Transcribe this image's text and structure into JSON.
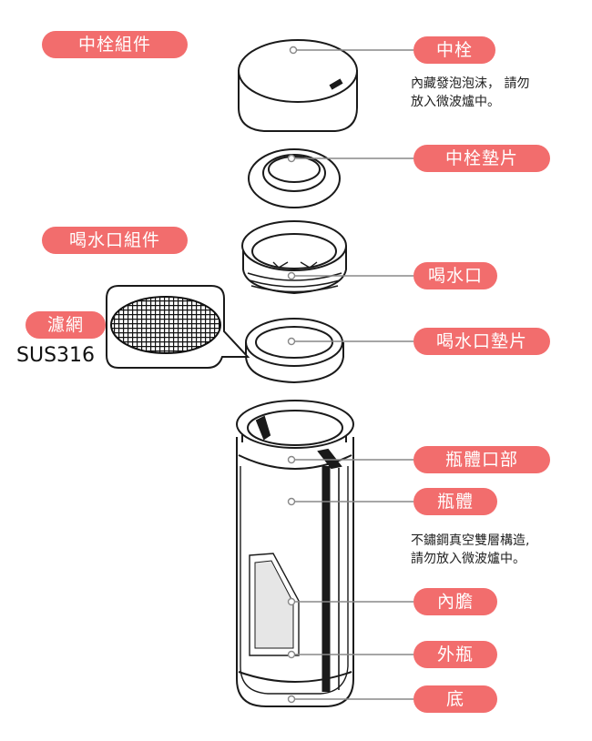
{
  "groups": {
    "stopper_assembly": "中栓組件",
    "drink_spout_assembly": "喝水口組件",
    "filter": "濾網",
    "filter_material": "SUS316"
  },
  "parts": {
    "stopper": "中栓",
    "stopper_gasket": "中栓墊片",
    "drink_spout": "喝水口",
    "drink_spout_gasket": "喝水口墊片",
    "bottle_mouth": "瓶體口部",
    "bottle_body": "瓶體",
    "inner_liner": "內膽",
    "outer_bottle": "外瓶",
    "base": "底"
  },
  "notes": {
    "stopper_line1": "內藏發泡泡沫，  請勿",
    "stopper_line2": "放入微波爐中。",
    "body_line1": "不鏽鋼真空雙層構造,",
    "body_line2": "請勿放入微波爐中。"
  },
  "colors": {
    "accent": "#f26d6d",
    "line": "#1a1a1a",
    "text": "#222222"
  }
}
